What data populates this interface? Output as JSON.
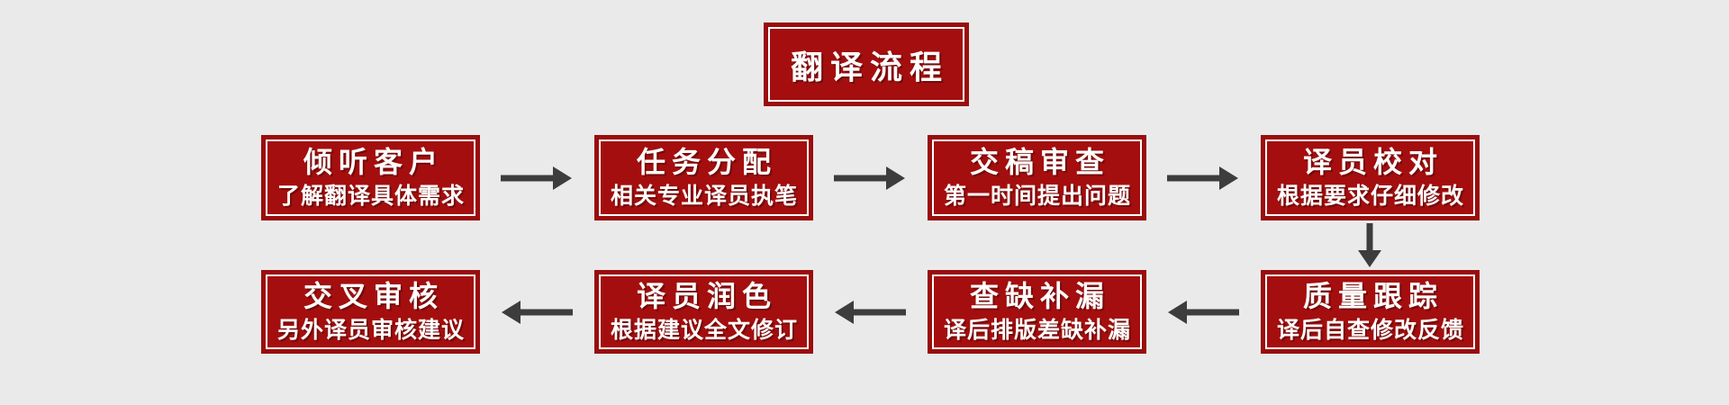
{
  "title": {
    "label": "翻译流程"
  },
  "steps": {
    "top": [
      {
        "title": "倾听客户",
        "subtitle": "了解翻译具体需求"
      },
      {
        "title": "任务分配",
        "subtitle": "相关专业译员执笔"
      },
      {
        "title": "交稿审查",
        "subtitle": "第一时间提出问题"
      },
      {
        "title": "译员校对",
        "subtitle": "根据要求仔细修改"
      }
    ],
    "bottom": [
      {
        "title": "交叉审核",
        "subtitle": "另外译员审核建议"
      },
      {
        "title": "译员润色",
        "subtitle": "根据建议全文修订"
      },
      {
        "title": "查缺补漏",
        "subtitle": "译后排版差缺补漏"
      },
      {
        "title": "质量跟踪",
        "subtitle": "译后自查修改反馈"
      }
    ]
  },
  "flow_directions": {
    "top_row": "right",
    "connector": "down",
    "bottom_row": "left"
  },
  "colors": {
    "background": "#EAEAEA",
    "box_fill": "#A40E0E",
    "box_outer_border": "#9A0D0D",
    "box_inner_line": "#FFFFFF",
    "text": "#FFFFFF",
    "arrow": "#3D3D3D"
  }
}
